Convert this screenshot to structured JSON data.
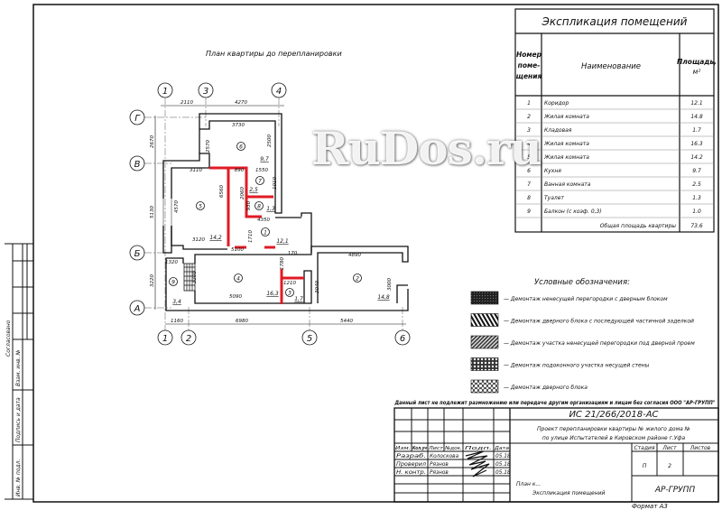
{
  "plan": {
    "title": "План квартиры до перепланировки",
    "axes_top": [
      "1",
      "3",
      "4"
    ],
    "axes_left": [
      "Г",
      "В",
      "Б",
      "А"
    ],
    "axes_bottom": [
      "1",
      "2",
      "5",
      "6"
    ],
    "room_numbers": [
      "6",
      "5",
      "7",
      "8",
      "1",
      "4",
      "2",
      "3",
      "9"
    ],
    "room_areas": [
      "9,7",
      "2,5",
      "1,3",
      "12,1",
      "14,2",
      "16,3",
      "1,7",
      "14,8",
      "3,4"
    ],
    "dimensions": [
      "2110",
      "4270",
      "3730",
      "2570",
      "2500",
      "3110",
      "890",
      "1550",
      "1010",
      "2060",
      "930",
      "6560",
      "4570",
      "4350",
      "1710",
      "3120",
      "5100",
      "170",
      "1320",
      "1780",
      "3300",
      "3040",
      "3000",
      "4890",
      "1210",
      "5090",
      "2670",
      "5130",
      "3220",
      "1160",
      "6980",
      "5440"
    ]
  },
  "explication": {
    "title": "Экспликация помещений",
    "headers": {
      "number": [
        "Номер",
        "поме-",
        "щения"
      ],
      "name": "Наименование",
      "area": "Площадь,",
      "area_unit": "м²"
    },
    "rows": [
      {
        "n": "1",
        "name": "Коридор",
        "area": "12.1"
      },
      {
        "n": "2",
        "name": "Жилая комната",
        "area": "14.8"
      },
      {
        "n": "3",
        "name": "Кладовая",
        "area": "1.7"
      },
      {
        "n": "4",
        "name": "Жилая комната",
        "area": "16.3"
      },
      {
        "n": "5",
        "name": "Жилая комната",
        "area": "14.2"
      },
      {
        "n": "6",
        "name": "Кухня",
        "area": "9.7"
      },
      {
        "n": "7",
        "name": "Ванная комната",
        "area": "2.5"
      },
      {
        "n": "8",
        "name": "Туалет",
        "area": "1.3"
      },
      {
        "n": "9",
        "name": "Балкон (с коэф. 0,3)",
        "area": "1.0"
      }
    ],
    "total_label": "Общая площадь квартиры",
    "total": "73.6"
  },
  "legend": {
    "title": "Условные обозначения:",
    "items": [
      "— Демонтаж ненесущей перегородки с дверным блоком",
      "— Демонтаж дверного блока с последующей частичной заделкой",
      "— Демонтаж участка ненесущей перегородки под дверной проем",
      "— Демонтаж подоконного участка несущей стены",
      "— Демонтаж дверного блока"
    ]
  },
  "title_block": {
    "notice": "Данный лист не подлежит размножению или передаче другим организациям и лицам без согласия ООО \"АР-ГРУПП\"",
    "code": "ИС 21/266/2018-АС",
    "project": [
      "Проект перепланировки квартиры №      жилого дома №",
      "по улице Испытателей в Кировском районе г.Уфа"
    ],
    "col_headers": [
      "Изм.",
      "Кол.уч",
      "Лист",
      "№док.",
      "Подп.",
      "Дата"
    ],
    "roles": [
      {
        "role": "Разраб.",
        "name": "Колоскова",
        "date": "05.18"
      },
      {
        "role": "Проверил",
        "name": "Рязнов",
        "date": "05.18"
      },
      {
        "role": "Н. контр.",
        "name": "Рязнов",
        "date": "05.18"
      }
    ],
    "stage_headers": [
      "Стадия",
      "Лист",
      "Листов"
    ],
    "stage_values": [
      "П",
      "2",
      ""
    ],
    "sheet_title": [
      "План к...",
      "Экспликация помещений"
    ],
    "company": "АР-ГРУПП",
    "format": "Формат А3"
  },
  "side_stamp": [
    "Согласовано",
    "Взам. инв. №",
    "Подпись и дата",
    "Инв. № подл."
  ],
  "watermark": "RuDos.ru",
  "colors": {
    "demolition": "#e01b24",
    "line": "#111111"
  }
}
